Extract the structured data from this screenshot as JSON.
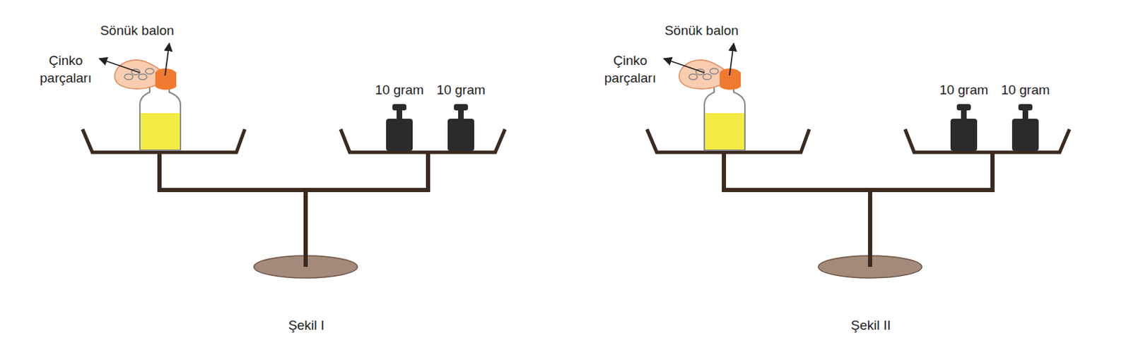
{
  "diagram": {
    "labels": [
      "Sönük balon",
      "Çinko parçaları",
      "10 gram",
      "10 gram",
      "Şekil I",
      "Sönük balon",
      "Çinko parçaları",
      "10 gram",
      "10 gram",
      "Şekil II"
    ]
  }
}
